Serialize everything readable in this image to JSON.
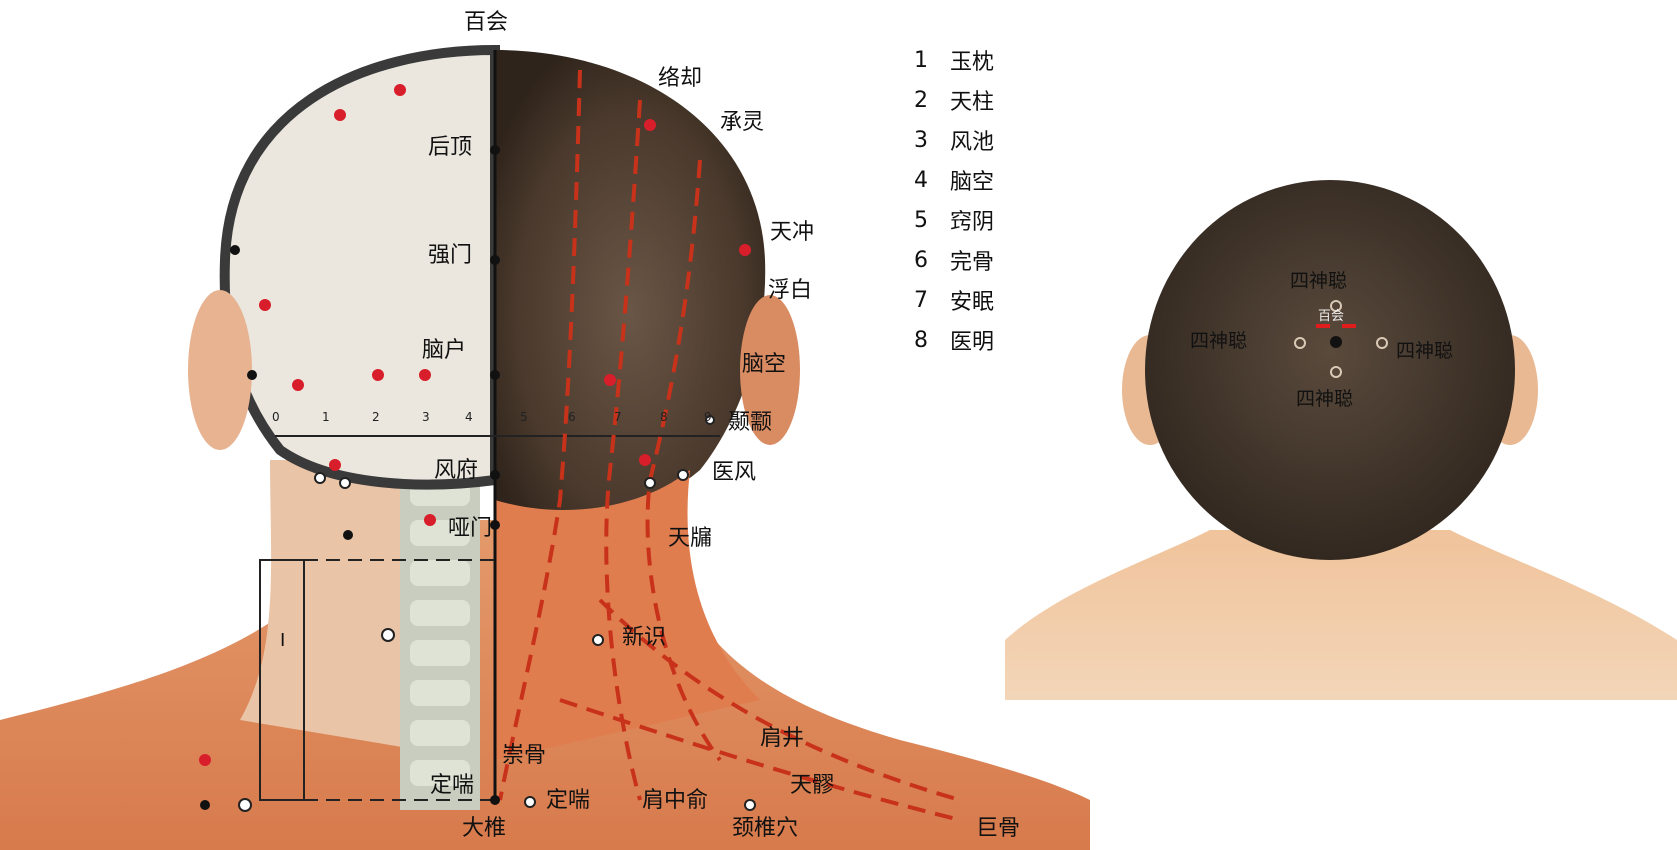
{
  "main_diagram": {
    "top_label": "百会",
    "labels": {
      "luoque": "络却",
      "chengling": "承灵",
      "houding": "后顶",
      "qiangjian": "强门",
      "naohu": "脑户",
      "tianchong": "天冲",
      "fubai": "浮白",
      "naokong": "脑空",
      "wangu": "颞颥",
      "fengfu": "风府",
      "yifeng": "医风",
      "yamen": "哑门",
      "tianyou": "天牖",
      "xinshi": "新识",
      "jianjing": "肩井",
      "chongu": "崇骨",
      "dingchuan_left": "定喘",
      "dingchuan_right": "定喘",
      "jianzhongshu": "肩中俞",
      "tianliao": "天髎",
      "dazhui": "大椎",
      "jingbailao": "颈椎穴",
      "jugu": "巨骨"
    },
    "ruler_ticks": [
      "0",
      "1",
      "2",
      "3",
      "4",
      "5",
      "6",
      "7",
      "8",
      "9"
    ],
    "bracket_label": "I"
  },
  "legend": [
    {
      "num": "1",
      "text": "玉枕"
    },
    {
      "num": "2",
      "text": "天柱"
    },
    {
      "num": "3",
      "text": "风池"
    },
    {
      "num": "4",
      "text": "脑空"
    },
    {
      "num": "5",
      "text": "窍阴"
    },
    {
      "num": "6",
      "text": "完骨"
    },
    {
      "num": "7",
      "text": "安眠"
    },
    {
      "num": "8",
      "text": "医明"
    }
  ],
  "secondary_diagram": {
    "top": "四神聪",
    "left": "四神聪",
    "right": "四神聪",
    "bottom": "四神聪",
    "center": "百会"
  },
  "colors": {
    "skin": "#e9b08a",
    "skin_dark": "#c7653a",
    "hair": "#4b3a2c",
    "skull": "#e6e2da",
    "meridian": "#d23a1c",
    "point_red": "#d81e2b"
  }
}
